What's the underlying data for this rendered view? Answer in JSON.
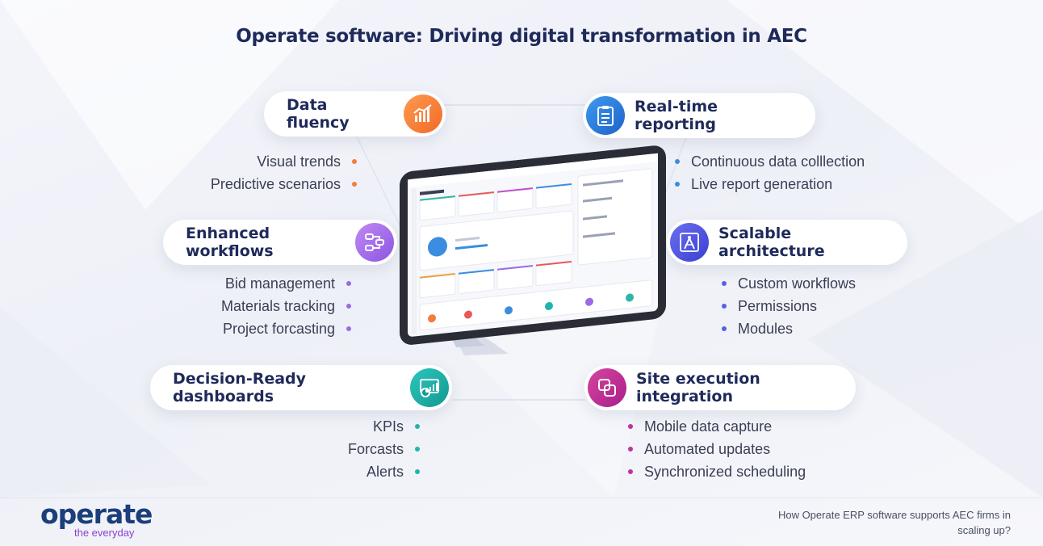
{
  "title": "Operate software: Driving digital transformation in AEC",
  "colors": {
    "orange": "#f47c3c",
    "blue": "#2f7de1",
    "purple": "#9b6ae6",
    "indigo": "#4a4ee0",
    "teal": "#1fb5ad",
    "magenta": "#c0319f",
    "navy": "#1f2a5a"
  },
  "features": {
    "data_fluency": {
      "label": "Data fluency",
      "icon": "bar-chart-icon",
      "items": [
        "Visual trends",
        "Predictive scenarios"
      ]
    },
    "real_time_reporting": {
      "label": "Real-time reporting",
      "icon": "clipboard-checklist-icon",
      "items": [
        "Continuous data colllection",
        "Live report generation"
      ]
    },
    "enhanced_workflows": {
      "label": "Enhanced workflows",
      "icon": "workflow-icon",
      "items": [
        "Bid management",
        "Materials tracking",
        "Project forcasting"
      ]
    },
    "scalable_architecture": {
      "label": "Scalable architecture",
      "icon": "compass-blueprint-icon",
      "items": [
        "Custom workflows",
        "Permissions",
        "Modules"
      ]
    },
    "decision_ready_dashboards": {
      "label": "Decision-Ready dashboards",
      "icon": "dashboard-icon",
      "items": [
        "KPIs",
        "Forcasts",
        "Alerts"
      ]
    },
    "site_execution_integration": {
      "label": "Site execution integration",
      "icon": "integration-squares-icon",
      "items": [
        "Mobile data capture",
        "Automated updates",
        "Synchronized scheduling"
      ]
    }
  },
  "logo": {
    "word": "operate",
    "tagline": "the everyday"
  },
  "caption": "How Operate ERP software supports AEC firms in scaling up?"
}
